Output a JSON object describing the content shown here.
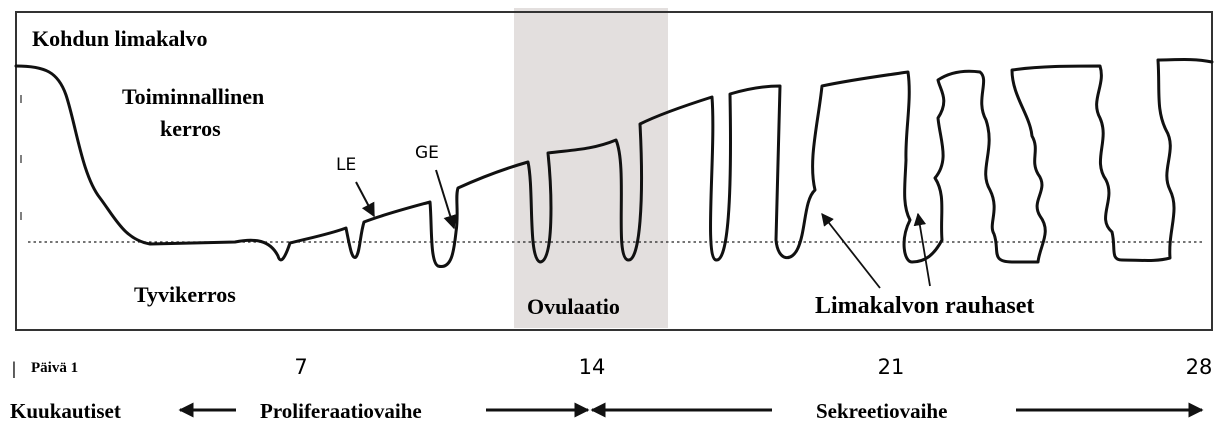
{
  "labels": {
    "endometrium": "Kohdun limakalvo",
    "functional_layer_line1": "Toiminnallinen",
    "functional_layer_line2": "kerros",
    "basal_layer": "Tyvikerros",
    "ovulation": "Ovulaatio",
    "glands": "Limakalvon rauhaset",
    "le": "LE",
    "ge": "GE"
  },
  "axis": {
    "start_mark": "|",
    "day1": "Päivä 1",
    "ticks": [
      "7",
      "14",
      "21",
      "28"
    ]
  },
  "phases": {
    "menstruation": "Kuukautiset",
    "proliferative": "Proliferaatiovaihe",
    "secretory": "Sekreetiovaihe"
  },
  "colors": {
    "ovulation_band": "#e3dfde",
    "line": "#111111",
    "border": "#333333"
  }
}
